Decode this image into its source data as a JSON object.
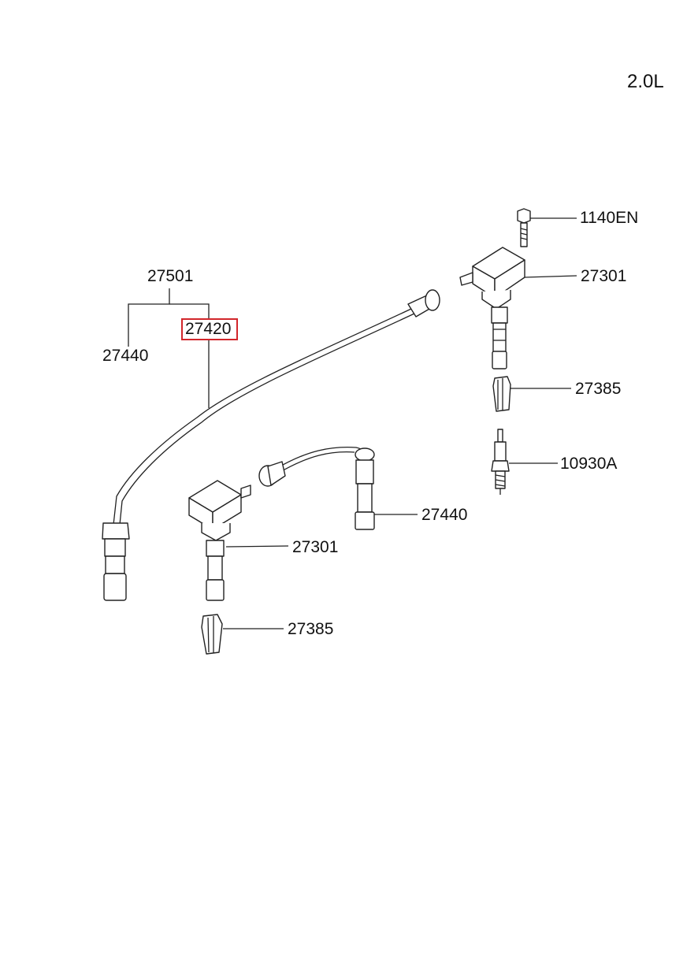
{
  "variant_label": "2.0L",
  "highlight_color": "#d2262b",
  "callouts": {
    "bolt": "1140EN",
    "coil_upper": "27301",
    "boot_upper": "27385",
    "spark_plug": "10930A",
    "cable_set": "27501",
    "cable_long": "27420",
    "cable_long_alt": "27440",
    "cable_short": "27440",
    "coil_lower": "27301",
    "boot_lower": "27385"
  },
  "highlighted_callout": "27420"
}
